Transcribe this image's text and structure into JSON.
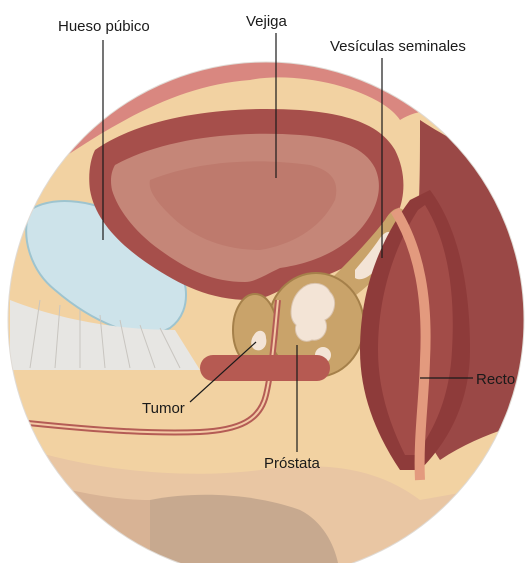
{
  "labels": {
    "hueso_pubico": "Hueso púbico",
    "vejiga": "Vejiga",
    "vesiculas_seminales": "Vesículas seminales",
    "recto": "Recto",
    "tumor": "Tumor",
    "prostata": "Próstata"
  },
  "colors": {
    "background": "#ffffff",
    "fat_tissue": "#f2d2a2",
    "bladder_wall": "#a64f4b",
    "bladder_lumen": "#c58678",
    "bone": "#cde3ea",
    "prostate": "#c9a36a",
    "tumor": "#f3e4d6",
    "rectum": "#8e3b3a",
    "muscle": "#c86a62",
    "leader_line": "#1a1a1a"
  },
  "icons": {
    "illustration": "prostate-cross-section-illustration"
  }
}
